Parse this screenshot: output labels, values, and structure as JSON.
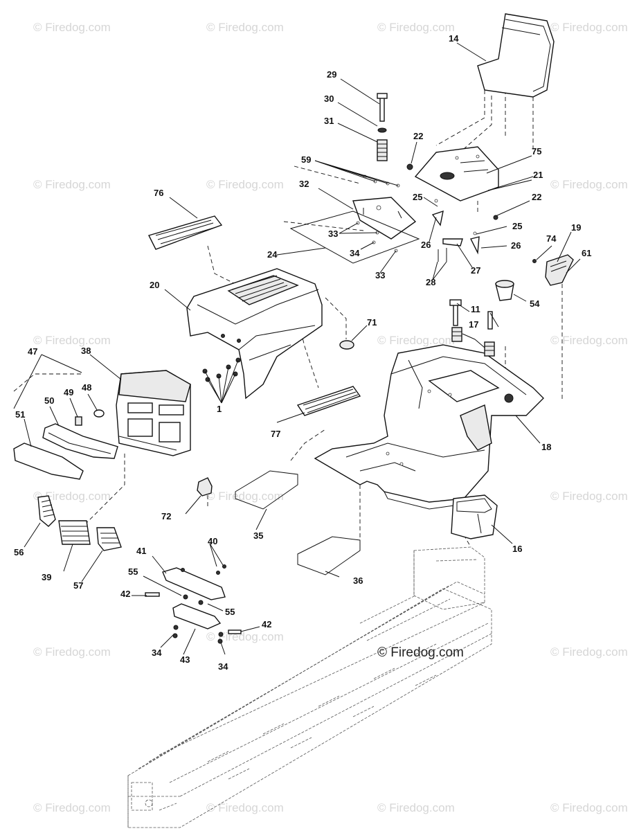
{
  "watermark": {
    "text": "© Firedog.com",
    "center_text": "© Firedog.com"
  },
  "callouts": {
    "c1": "1",
    "c11": "11",
    "c14": "14",
    "c16": "16",
    "c17": "17",
    "c18": "18",
    "c19": "19",
    "c20": "20",
    "c21": "21",
    "c22a": "22",
    "c22b": "22",
    "c24": "24",
    "c25a": "25",
    "c25b": "25",
    "c26a": "26",
    "c26b": "26",
    "c27": "27",
    "c28": "28",
    "c29": "29",
    "c30": "30",
    "c31": "31",
    "c32": "32",
    "c33a": "33",
    "c33b": "33",
    "c34a": "34",
    "c34b": "34",
    "c34c": "34",
    "c35": "35",
    "c36": "36",
    "c38": "38",
    "c39": "39",
    "c40": "40",
    "c41": "41",
    "c42a": "42",
    "c42b": "42",
    "c43": "43",
    "c47": "47",
    "c48": "48",
    "c49": "49",
    "c50": "50",
    "c51": "51",
    "c54": "54",
    "c55a": "55",
    "c55b": "55",
    "c56": "56",
    "c57": "57",
    "c59": "59",
    "c61": "61",
    "c71": "71",
    "c72": "72",
    "c74": "74",
    "c75": "75",
    "c76": "76",
    "c77": "77"
  }
}
